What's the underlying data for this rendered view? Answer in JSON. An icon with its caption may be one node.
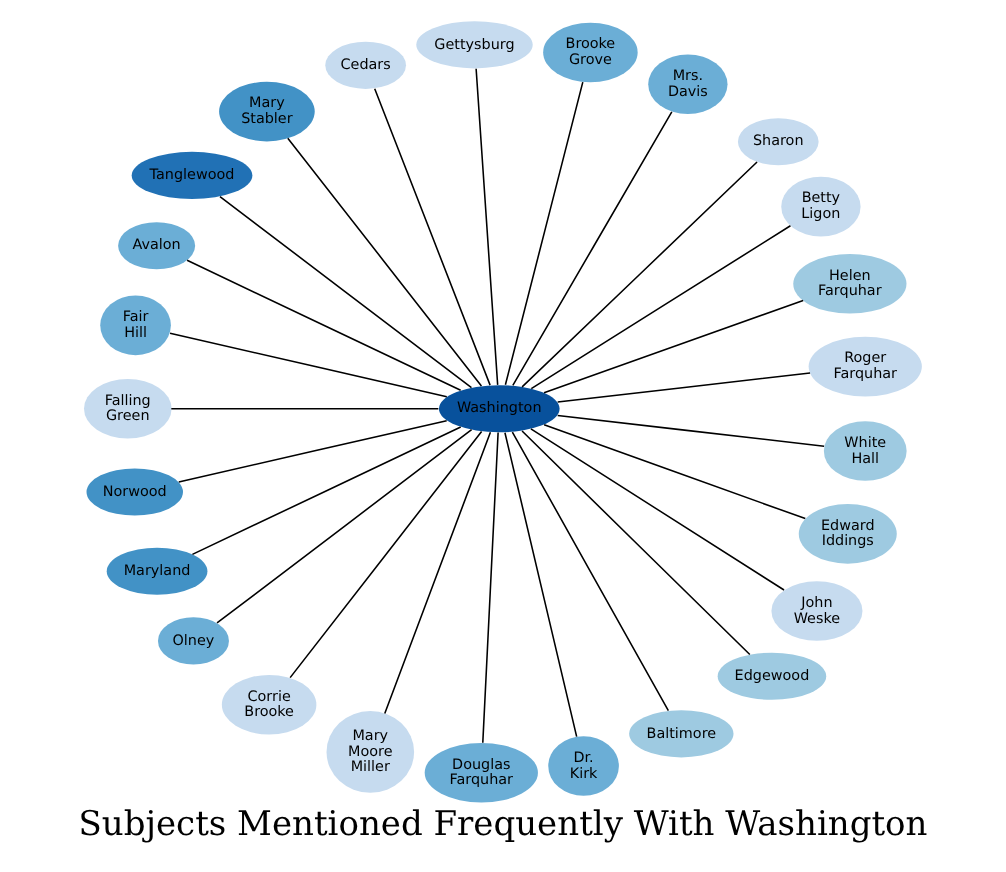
{
  "diagram": {
    "title": "Subjects Mentioned Frequently With Washington",
    "nodes": [
      {
        "text": [
          "Roger Farquhar"
        ]
      },
      {
        "text": [
          "Helen Farquhar"
        ]
      },
      {
        "text": [
          "Betty Ligon"
        ]
      },
      {
        "text": [
          "Sharon"
        ]
      },
      {
        "text": [
          "Mrs. Davis"
        ]
      },
      {
        "text": [
          "Brooke Grove"
        ]
      },
      {
        "text": [
          "Gettysburg"
        ]
      },
      {
        "text": [
          "Cedars"
        ]
      },
      {
        "text": [
          "Mary Stabler"
        ]
      },
      {
        "text": [
          "Tanglewood"
        ]
      },
      {
        "text": [
          "Avalon"
        ]
      },
      {
        "text": [
          "Fair Hill"
        ]
      },
      {
        "text": [
          "Falling Green"
        ]
      },
      {
        "text": [
          "Washington"
        ]
      },
      {
        "text": [
          "Norwood"
        ]
      },
      {
        "text": [
          "Maryland"
        ]
      },
      {
        "text": [
          "Olney"
        ]
      },
      {
        "text": [
          "Corrie Brooke"
        ]
      },
      {
        "text": [
          "Mary Moore Miller"
        ]
      },
      {
        "text": [
          "Douglas Farquhar"
        ]
      },
      {
        "text": [
          "Dr. Kirk"
        ]
      },
      {
        "text": [
          "Baltimore"
        ]
      },
      {
        "text": [
          "Edgewood"
        ]
      },
      {
        "text": [
          "John Weske"
        ]
      },
      {
        "text": [
          "Edward Iddings"
        ]
      },
      {
        "text": [
          "White Hall"
        ]
      }
    ],
    "edges": [
      {
        "from": 13,
        "to": 0,
        "arrow": "none"
      },
      {
        "from": 13,
        "to": 1,
        "arrow": "none"
      },
      {
        "from": 13,
        "to": 2,
        "arrow": "none"
      },
      {
        "from": 13,
        "to": 3,
        "arrow": "none"
      },
      {
        "from": 13,
        "to": 4,
        "arrow": "none"
      },
      {
        "from": 13,
        "to": 5,
        "arrow": "none"
      },
      {
        "from": 13,
        "to": 6,
        "arrow": "none"
      },
      {
        "from": 13,
        "to": 7,
        "arrow": "none"
      },
      {
        "from": 13,
        "to": 8,
        "arrow": "none"
      },
      {
        "from": 13,
        "to": 9,
        "arrow": "none"
      },
      {
        "from": 13,
        "to": 10,
        "arrow": "none"
      },
      {
        "from": 13,
        "to": 11,
        "arrow": "none"
      },
      {
        "from": 13,
        "to": 12,
        "arrow": "none"
      },
      {
        "from": 13,
        "to": 14,
        "arrow": "none"
      },
      {
        "from": 13,
        "to": 15,
        "arrow": "none"
      },
      {
        "from": 13,
        "to": 16,
        "arrow": "none"
      },
      {
        "from": 13,
        "to": 17,
        "arrow": "none"
      },
      {
        "from": 13,
        "to": 18,
        "arrow": "none"
      },
      {
        "from": 13,
        "to": 19,
        "arrow": "none"
      },
      {
        "from": 13,
        "to": 20,
        "arrow": "none"
      },
      {
        "from": 13,
        "to": 21,
        "arrow": "none"
      },
      {
        "from": 13,
        "to": 22,
        "arrow": "none"
      },
      {
        "from": 13,
        "to": 23,
        "arrow": "none"
      },
      {
        "from": 13,
        "to": 24,
        "arrow": "none"
      },
      {
        "from": 13,
        "to": 25,
        "arrow": "none"
      }
    ]
  }
}
